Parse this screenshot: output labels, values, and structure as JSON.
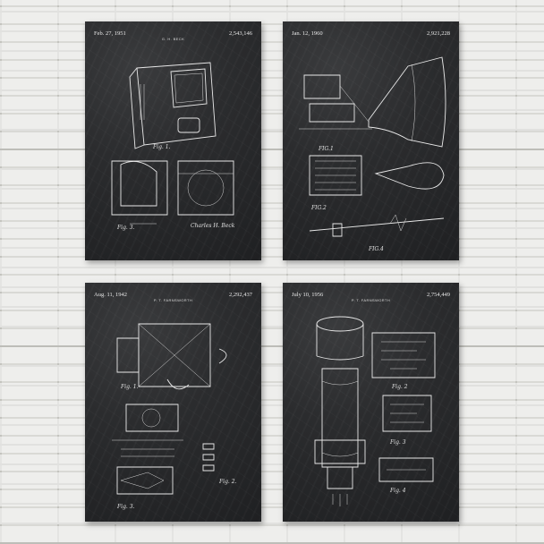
{
  "posters": [
    {
      "date": "Feb. 27, 1951",
      "number": "2,543,146",
      "inventor": "G. H. BECK"
    },
    {
      "date": "Jan. 12, 1960",
      "number": "2,921,228",
      "inventor": ""
    },
    {
      "date": "Aug. 11, 1942",
      "number": "2,292,437",
      "inventor": "P. T. FARNSWORTH"
    },
    {
      "date": "July 10, 1956",
      "number": "2,754,449",
      "inventor": "P. T. FARNSWORTH"
    }
  ]
}
